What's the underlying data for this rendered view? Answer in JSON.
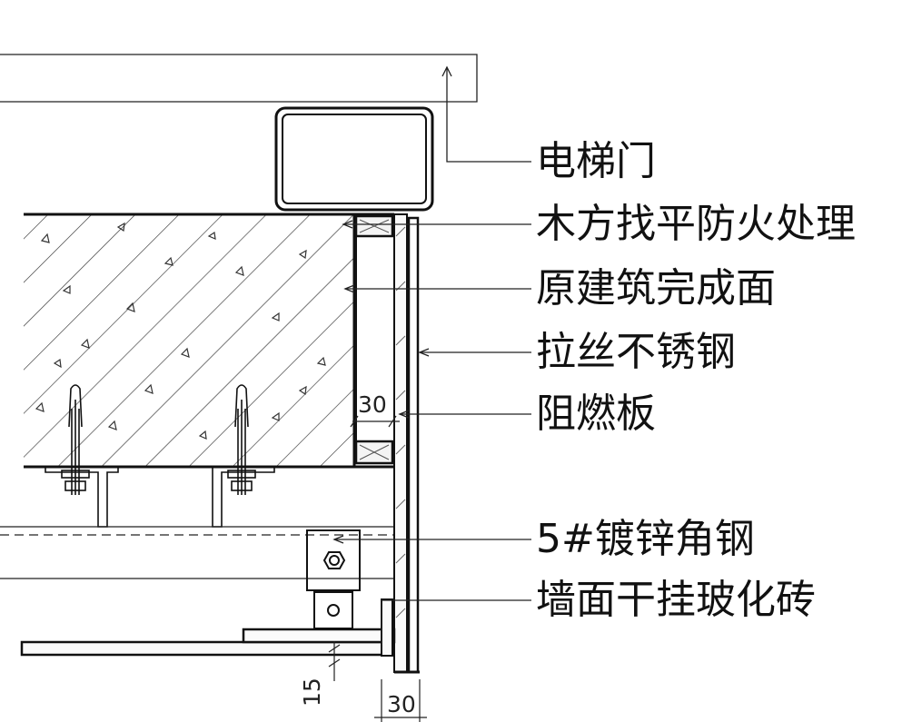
{
  "labels": {
    "elevator_door": "电梯门",
    "wood_fire_treatment": "木方找平防火处理",
    "original_building_surface": "原建筑完成面",
    "brushed_stainless_steel": "拉丝不锈钢",
    "fire_retardant_board": "阻燃板",
    "galvanized_angle_steel": "5#镀锌角钢",
    "dry_hung_tile": "墙面干挂玻化砖"
  },
  "dimensions": {
    "board_thickness": "30",
    "tile_gap": "15",
    "tile_thickness": "30"
  },
  "colors": {
    "line": "#111111",
    "fill": "#f2f2f2"
  }
}
